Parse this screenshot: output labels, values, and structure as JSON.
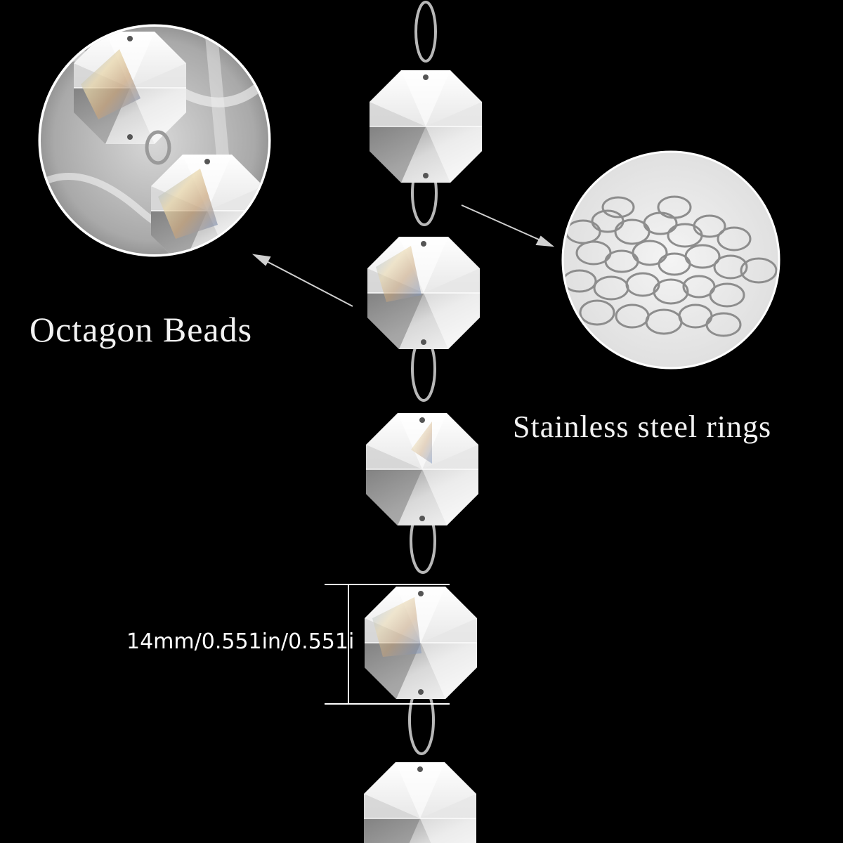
{
  "labels": {
    "octagon_beads": "Octagon Beads",
    "stainless_rings": "Stainless steel rings",
    "dimension": "14mm/0.551in/0.551i"
  },
  "colors": {
    "background": "#000000",
    "text": "#f2f2f2",
    "crystal_light": "#ffffff",
    "crystal_shade": "#9a9a9a",
    "ring_metal": "#b8b8b8"
  },
  "icons": [
    "octagon-bead",
    "steel-ring",
    "pointer-arrow"
  ]
}
